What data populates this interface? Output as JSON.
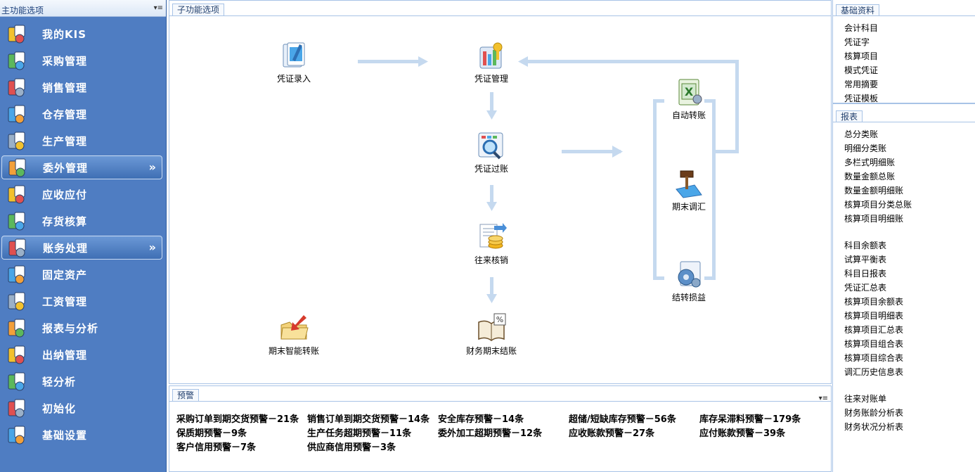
{
  "left_nav": {
    "title": "主功能选项",
    "items": [
      {
        "label": "我的KIS",
        "icon": "my-kis-icon"
      },
      {
        "label": "采购管理",
        "icon": "purchase-icon"
      },
      {
        "label": "销售管理",
        "icon": "sales-icon"
      },
      {
        "label": "仓存管理",
        "icon": "warehouse-icon"
      },
      {
        "label": "生产管理",
        "icon": "production-icon"
      },
      {
        "label": "委外管理",
        "icon": "outsourcing-icon",
        "active": true
      },
      {
        "label": "应收应付",
        "icon": "receivable-payable-icon"
      },
      {
        "label": "存货核算",
        "icon": "inventory-accounting-icon"
      },
      {
        "label": "账务处理",
        "icon": "accounting-icon",
        "active": true
      },
      {
        "label": "固定资产",
        "icon": "fixed-assets-icon"
      },
      {
        "label": "工资管理",
        "icon": "payroll-icon"
      },
      {
        "label": "报表与分析",
        "icon": "report-analysis-icon"
      },
      {
        "label": "出纳管理",
        "icon": "cashier-icon"
      },
      {
        "label": "轻分析",
        "icon": "light-analysis-icon"
      },
      {
        "label": "初始化",
        "icon": "initialization-icon"
      },
      {
        "label": "基础设置",
        "icon": "basic-settings-icon"
      }
    ]
  },
  "main": {
    "title": "子功能选项",
    "functions": {
      "voucher_entry": "凭证录入",
      "voucher_manage": "凭证管理",
      "voucher_post": "凭证过账",
      "reconcile": "往来核销",
      "period_end_close": "财务期末结账",
      "smart_transfer": "期末智能转账",
      "auto_transfer": "自动转账",
      "period_end_adjust": "期末调汇",
      "profit_loss_transfer": "结转损益"
    }
  },
  "warnings": {
    "title": "预警",
    "items": [
      "采购订单到期交货预警－21条",
      "销售订单到期交货预警－14条",
      "安全库存预警－14条",
      "超储/短缺库存预警－56条",
      "库存呆滞料预警－179条",
      "保质期预警－9条",
      "生产任务超期预警－11条",
      "委外加工超期预警－12条",
      "应收账款预警－27条",
      "应付账款预警－39条",
      "客户信用预警－7条",
      "供应商信用预警－3条"
    ]
  },
  "right": {
    "basic_title": "基础资料",
    "basic_links": [
      "会计科目",
      "凭证字",
      "核算项目",
      "模式凭证",
      "常用摘要",
      "凭证模板"
    ],
    "report_title": "报表",
    "report_links": [
      "总分类账",
      "明细分类账",
      "多栏式明细账",
      "数量金额总账",
      "数量金额明细账",
      "核算项目分类总账",
      "核算项目明细账"
    ],
    "report_links2": [
      "科目余额表",
      "试算平衡表",
      "科目日报表",
      "凭证汇总表",
      "核算项目余额表",
      "核算项目明细表",
      "核算项目汇总表",
      "核算项目组合表",
      "核算项目综合表",
      "调汇历史信息表"
    ],
    "report_links3": [
      "往来对账单",
      "财务账龄分析表",
      "财务状况分析表"
    ]
  }
}
